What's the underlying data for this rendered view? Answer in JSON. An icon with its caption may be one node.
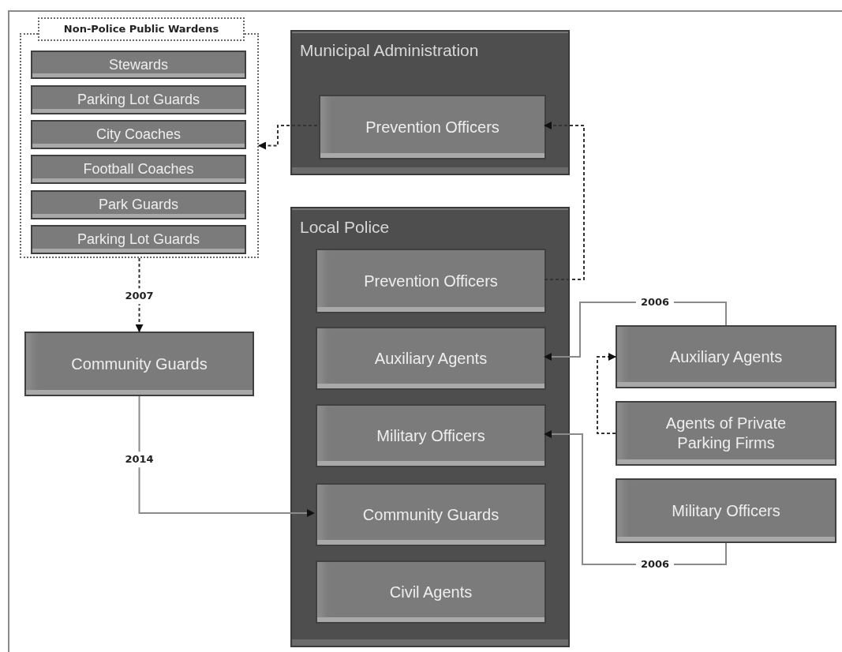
{
  "diagram": {
    "nodes": [
      {
        "text": [
          "Non-Police Public Wardens"
        ]
      },
      {
        "text": [
          "Stewards"
        ],
        "in": 0
      },
      {
        "text": [
          "Parking Lot Guards"
        ],
        "in": 0
      },
      {
        "text": [
          "City Coaches"
        ],
        "in": 0
      },
      {
        "text": [
          "Football Coaches"
        ],
        "in": 0
      },
      {
        "text": [
          "Park Guards"
        ],
        "in": 0
      },
      {
        "text": [
          "Parking Lot Guards"
        ],
        "in": 0
      },
      {
        "text": [
          "Municipal Administration"
        ]
      },
      {
        "text": [
          "Prevention Officers"
        ],
        "in": 7
      },
      {
        "text": [
          "Local Police"
        ]
      },
      {
        "text": [
          "Prevention Officers"
        ],
        "in": 9
      },
      {
        "text": [
          "Auxiliary Agents"
        ],
        "in": 9
      },
      {
        "text": [
          "Military Officers"
        ],
        "in": 9
      },
      {
        "text": [
          "Community Guards"
        ],
        "in": 9
      },
      {
        "text": [
          "Civil Agents"
        ],
        "in": 9
      },
      {
        "text": [
          "Community Guards"
        ]
      },
      {
        "text": [
          "Auxiliary Agents"
        ]
      },
      {
        "text": [
          "Agents of Private Parking Firms"
        ]
      },
      {
        "text": [
          "Military Officers"
        ]
      }
    ],
    "edges": [
      {
        "from": 8,
        "to": 0,
        "arrow": "to",
        "style": "dashed"
      },
      {
        "from": 10,
        "to": 8,
        "arrow": "to",
        "style": "dashed"
      },
      {
        "from": 0,
        "to": 15,
        "arrow": "to",
        "style": "dashed",
        "label": "2007"
      },
      {
        "from": 15,
        "to": 13,
        "arrow": "to",
        "label": "2014"
      },
      {
        "from": 16,
        "to": 11,
        "arrow": "to",
        "label": "2006"
      },
      {
        "from": 17,
        "to": 16,
        "arrow": "to",
        "style": "dashed"
      },
      {
        "from": 18,
        "to": 12,
        "arrow": "to",
        "label": "2006"
      }
    ]
  }
}
